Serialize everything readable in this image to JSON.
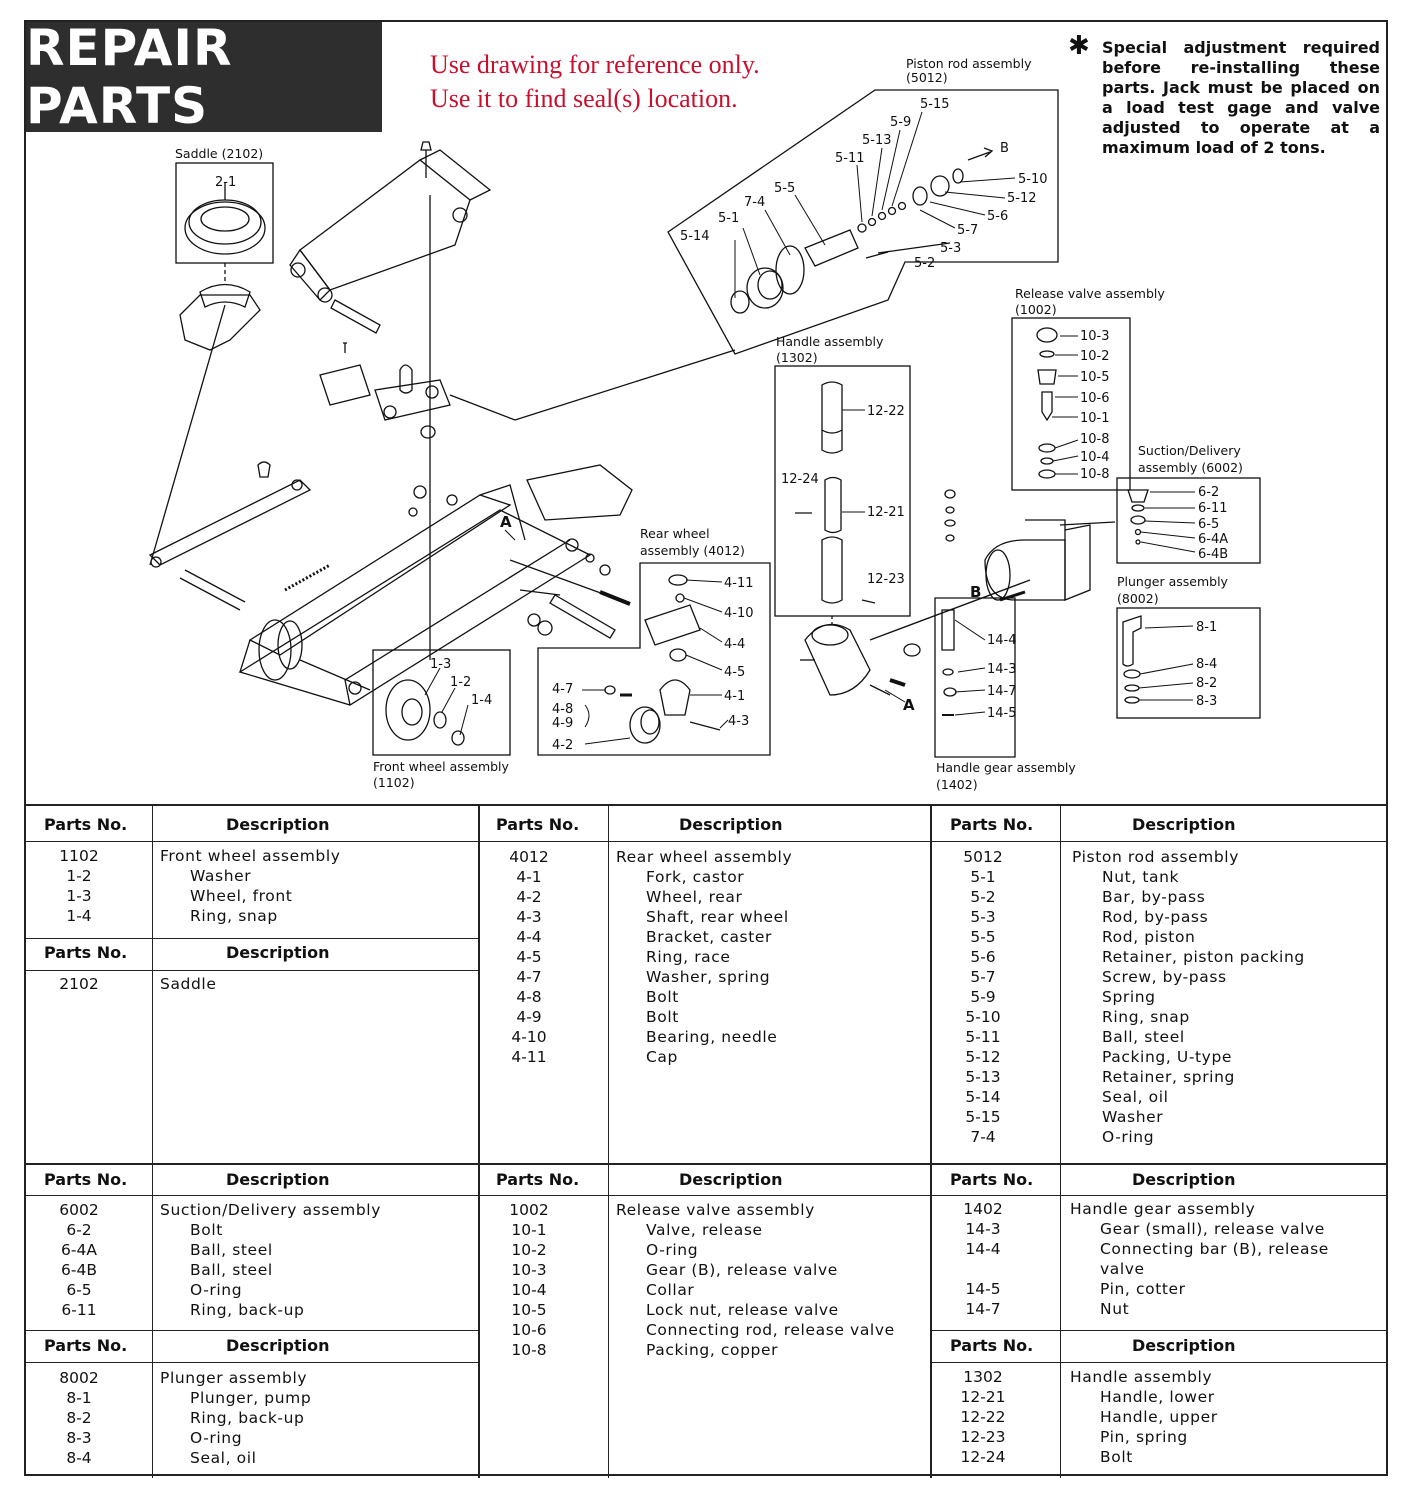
{
  "header": {
    "title": "REPAIR PARTS",
    "note_line1": "Use drawing for reference only.",
    "note_line2": "Use it to find seal(s) location.",
    "special_star": "✱",
    "special_note": "Special adjustment required before re-installing these parts. Jack must be placed on a load test gage and valve adjusted to operate at a maximum load of 2 tons."
  },
  "assemblies": {
    "saddle": "Saddle (2102)",
    "piston_rod_1": "Piston rod assembly",
    "piston_rod_2": "(5012)",
    "release_valve_1": "Release valve assembly",
    "release_valve_2": "(1002)",
    "handle_1": "Handle assembly",
    "handle_2": "(1302)",
    "suction_1": "Suction/Delivery",
    "suction_2": "assembly (6002)",
    "rear_wheel_1": "Rear wheel",
    "rear_wheel_2": "assembly (4012)",
    "plunger_1": "Plunger assembly",
    "plunger_2": "(8002)",
    "front_wheel_1": "Front wheel assembly",
    "front_wheel_2": "(1102)",
    "handle_gear_1": "Handle gear assembly",
    "handle_gear_2": "(1402)"
  },
  "callouts": {
    "c2_1": "2-1",
    "c5_15": "5-15",
    "c5_9": "5-9",
    "c5_13": "5-13",
    "c5_11": "5-11",
    "c5_5": "5-5",
    "c7_4": "7-4",
    "c5_1": "5-1",
    "c5_14": "5-14",
    "cB1": "B",
    "c5_10": "5-10",
    "c5_12": "5-12",
    "c5_6": "5-6",
    "c5_7": "5-7",
    "c5_3": "5-3",
    "c5_2": "5-2",
    "c10_3": "10-3",
    "c10_2": "10-2",
    "c10_5": "10-5",
    "c10_6": "10-6",
    "c10_1": "10-1",
    "c10_8a": "10-8",
    "c10_4": "10-4",
    "c10_8b": "10-8",
    "c12_22": "12-22",
    "c12_24": "12-24",
    "c12_21": "12-21",
    "c12_23": "12-23",
    "c6_2": "6-2",
    "c6_11": "6-11",
    "c6_5": "6-5",
    "c6_4A": "6-4A",
    "c6_4B": "6-4B",
    "c4_11": "4-11",
    "c4_10": "4-10",
    "c4_4": "4-4",
    "c4_5": "4-5",
    "c4_7": "4-7",
    "c4_1": "4-1",
    "c4_8": "4-8",
    "c4_9": "4-9",
    "c4_3": "4-3",
    "c4_2": "4-2",
    "c8_1": "8-1",
    "c8_4": "8-4",
    "c8_2": "8-2",
    "c8_3": "8-3",
    "c1_3": "1-3",
    "c1_2": "1-2",
    "c1_4": "1-4",
    "c14_4": "14-4",
    "c14_3": "14-3",
    "c14_7": "14-7",
    "c14_5": "14-5",
    "cA1": "A",
    "cA2": "A",
    "cB2": "B"
  },
  "table": {
    "parts_no": "Parts No.",
    "description": "Description",
    "groups": {
      "g1102": {
        "rows": [
          [
            "1102",
            "Front wheel assembly"
          ],
          [
            "1-2",
            "Washer"
          ],
          [
            "1-3",
            "Wheel, front"
          ],
          [
            "1-4",
            "Ring, snap"
          ]
        ]
      },
      "g2102": {
        "rows": [
          [
            "2102",
            "Saddle"
          ]
        ]
      },
      "g4012": {
        "rows": [
          [
            "4012",
            "Rear wheel assembly"
          ],
          [
            "4-1",
            "Fork, castor"
          ],
          [
            "4-2",
            "Wheel, rear"
          ],
          [
            "4-3",
            "Shaft, rear wheel"
          ],
          [
            "4-4",
            "Bracket, caster"
          ],
          [
            "4-5",
            "Ring, race"
          ],
          [
            "4-7",
            "Washer, spring"
          ],
          [
            "4-8",
            "Bolt"
          ],
          [
            "4-9",
            "Bolt"
          ],
          [
            "4-10",
            "Bearing, needle"
          ],
          [
            "4-11",
            "Cap"
          ]
        ]
      },
      "g5012": {
        "rows": [
          [
            "5012",
            "Piston rod assembly"
          ],
          [
            "5-1",
            "Nut, tank"
          ],
          [
            "5-2",
            "Bar, by-pass"
          ],
          [
            "5-3",
            "Rod, by-pass"
          ],
          [
            "5-5",
            "Rod, piston"
          ],
          [
            "5-6",
            "Retainer, piston packing"
          ],
          [
            "5-7",
            "Screw, by-pass"
          ],
          [
            "5-9",
            "Spring"
          ],
          [
            "5-10",
            "Ring, snap"
          ],
          [
            "5-11",
            "Ball, steel"
          ],
          [
            "5-12",
            "Packing, U-type"
          ],
          [
            "5-13",
            "Retainer, spring"
          ],
          [
            "5-14",
            "Seal, oil"
          ],
          [
            "5-15",
            "Washer"
          ],
          [
            "7-4",
            "O-ring"
          ]
        ]
      },
      "g6002": {
        "rows": [
          [
            "6002",
            "Suction/Delivery assembly"
          ],
          [
            "6-2",
            "Bolt"
          ],
          [
            "6-4A",
            "Ball, steel"
          ],
          [
            "6-4B",
            "Ball, steel"
          ],
          [
            "6-5",
            "O-ring"
          ],
          [
            "6-11",
            "Ring, back-up"
          ]
        ]
      },
      "g8002": {
        "rows": [
          [
            "8002",
            "Plunger assembly"
          ],
          [
            "8-1",
            "Plunger, pump"
          ],
          [
            "8-2",
            "Ring, back-up"
          ],
          [
            "8-3",
            "O-ring"
          ],
          [
            "8-4",
            "Seal, oil"
          ]
        ]
      },
      "g1002": {
        "rows": [
          [
            "1002",
            "Release valve assembly"
          ],
          [
            "10-1",
            "Valve, release"
          ],
          [
            "10-2",
            "O-ring"
          ],
          [
            "10-3",
            "Gear (B), release valve"
          ],
          [
            "10-4",
            "Collar"
          ],
          [
            "10-5",
            "Lock nut, release valve"
          ],
          [
            "10-6",
            "Connecting rod, release valve"
          ],
          [
            "10-8",
            "Packing, copper"
          ]
        ]
      },
      "g1402": {
        "rows": [
          [
            "1402",
            "Handle gear assembly"
          ],
          [
            "14-3",
            "Gear (small), release valve"
          ],
          [
            "14-4",
            "Connecting bar (B), release"
          ],
          [
            "",
            "valve"
          ],
          [
            "14-5",
            "Pin, cotter"
          ],
          [
            "14-7",
            "Nut"
          ]
        ]
      },
      "g1302": {
        "rows": [
          [
            "1302",
            "Handle assembly"
          ],
          [
            "12-21",
            "Handle, lower"
          ],
          [
            "12-22",
            "Handle, upper"
          ],
          [
            "12-23",
            "Pin, spring"
          ],
          [
            "12-24",
            "Bolt"
          ]
        ]
      }
    }
  }
}
